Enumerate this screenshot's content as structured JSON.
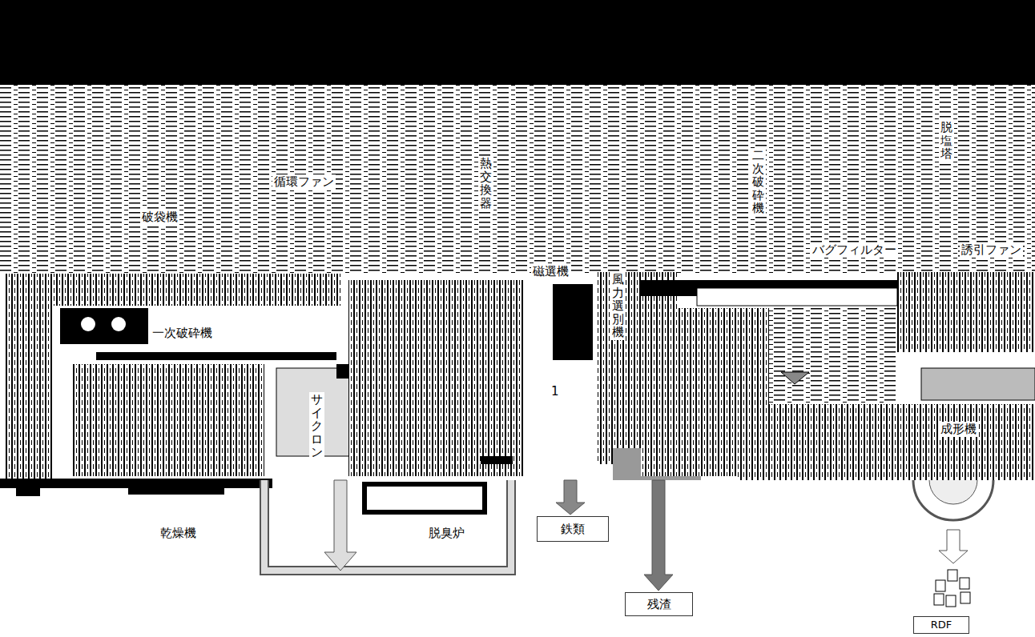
{
  "diagram": {
    "nodes": [
      {
        "text": [
          "鉄類"
        ]
      },
      {
        "text": [
          "残渣"
        ]
      },
      {
        "text": [
          "RDF"
        ]
      }
    ],
    "labels": [
      "破袋機",
      "循環ファン",
      "熱交換器",
      "一次破砕機",
      "サイクロン",
      "乾燥機",
      "脱臭炉",
      "磁選機",
      "風力選別機",
      "二次破砕機",
      "脱塩塔",
      "バグフィルター",
      "誘引ファン",
      "成形機",
      "1"
    ]
  }
}
